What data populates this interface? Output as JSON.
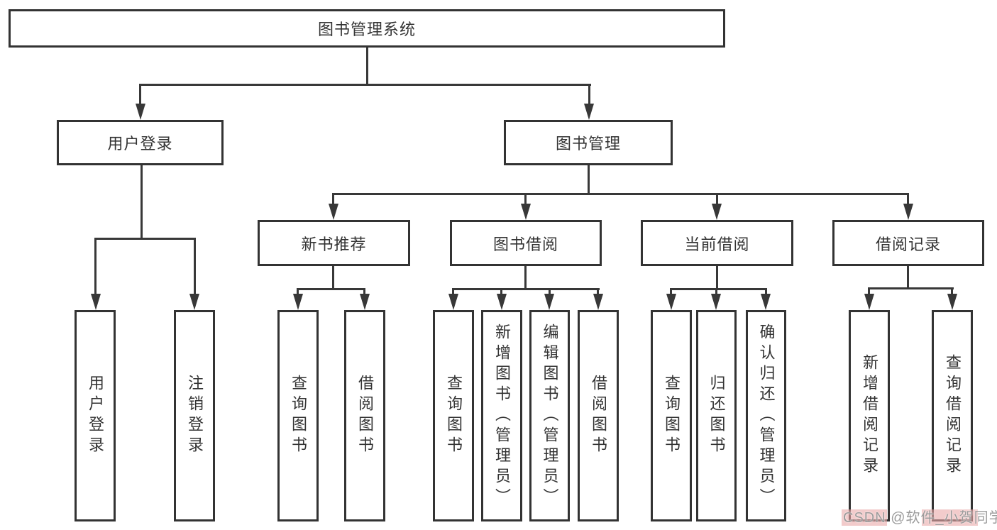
{
  "diagram": {
    "title": "图书管理系统",
    "level2": {
      "user_login": "用户登录",
      "book_mgmt": "图书管理"
    },
    "level3": {
      "new_book": "新书推荐",
      "book_borrow": "图书借阅",
      "current_borrow": "当前借阅",
      "borrow_records": "借阅记录"
    },
    "leaves": {
      "user_login": "用户登录",
      "logout": "注销登录",
      "nb_query": "查询图书",
      "nb_borrow": "借阅图书",
      "bb_query": "查询图书",
      "bb_add": "新增图书（管理员）",
      "bb_edit": "编辑图书（管理员）",
      "bb_borrow": "借阅图书",
      "cb_query": "查询图书",
      "cb_return": "归还图书",
      "cb_confirm": "确认归还（管理员）",
      "br_add": "新增借阅记录",
      "br_query": "查询借阅记录"
    }
  },
  "watermark": {
    "text": "CSDN @软件_小贺同学",
    "color": "#9b9b9b",
    "highlight": "#e9a9a9"
  },
  "theme": {
    "ink": "#333333",
    "box_background": "#ffffff",
    "page_background": "#ffffff"
  }
}
